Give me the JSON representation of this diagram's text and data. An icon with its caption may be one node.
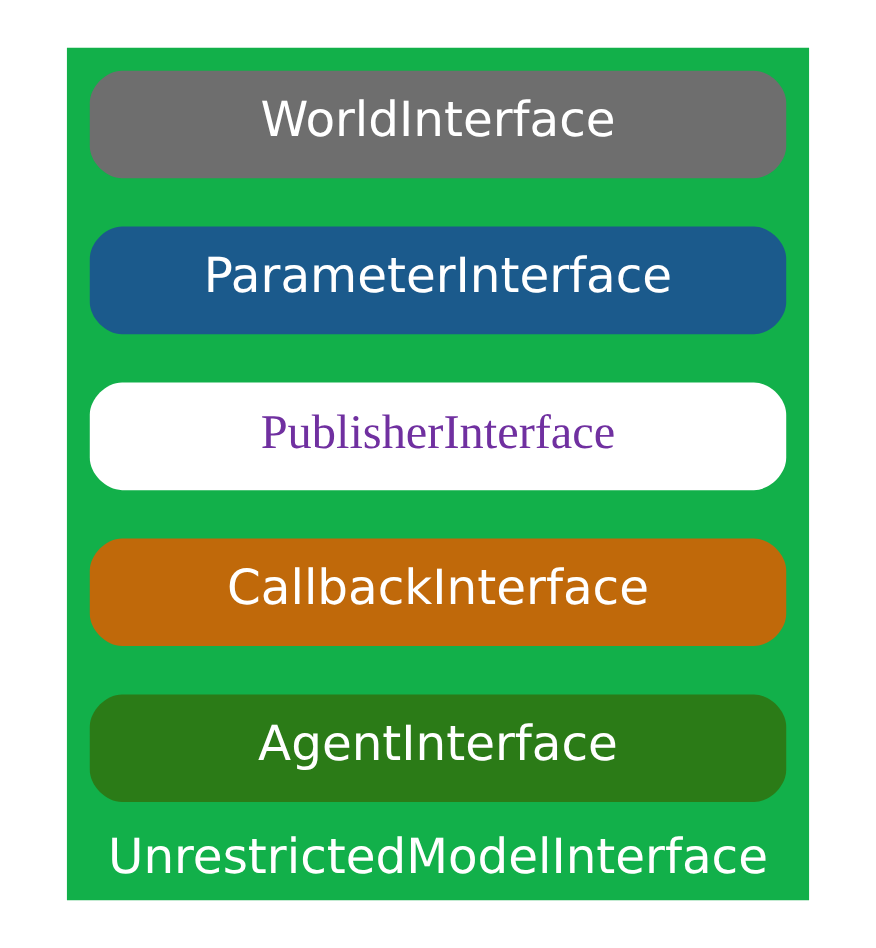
{
  "diagram": {
    "nodes": [
      {
        "text": [
          "UnrestrictedModelInterface"
        ]
      },
      {
        "text": [
          "WorldInterface"
        ],
        "in": 0
      },
      {
        "text": [
          "ParameterInterface"
        ],
        "in": 0
      },
      {
        "text": [
          "PublisherInterface"
        ],
        "in": 0
      },
      {
        "text": [
          "CallbackInterface"
        ],
        "in": 0
      },
      {
        "text": [
          "AgentInterface"
        ],
        "in": 0
      }
    ],
    "edges": []
  }
}
